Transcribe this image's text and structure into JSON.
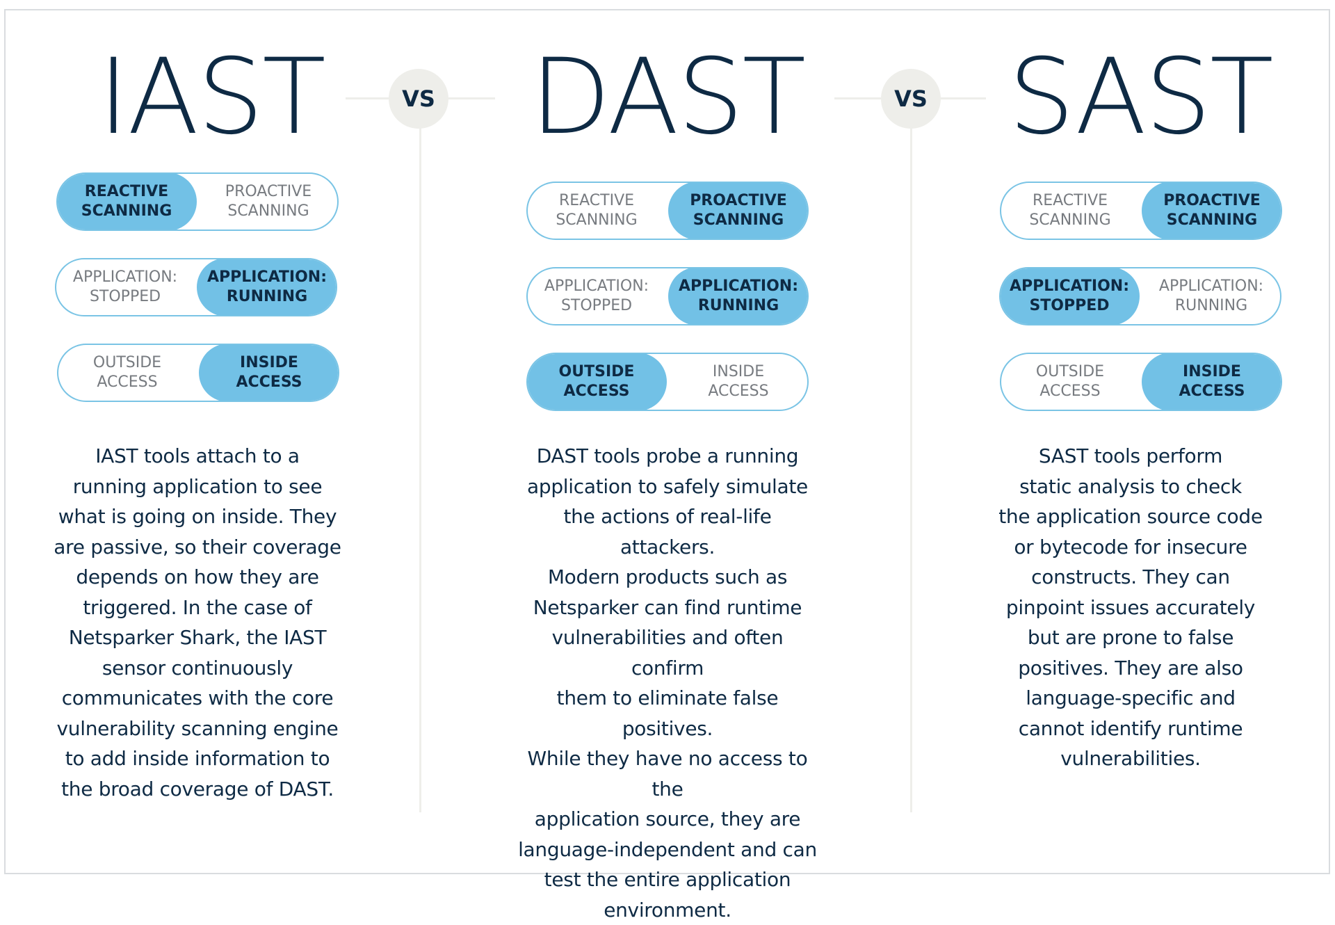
{
  "columns": [
    {
      "title": "IAST",
      "toggles": [
        {
          "left": "REACTIVE\nSCANNING",
          "right": "PROACTIVE\nSCANNING",
          "active": "left"
        },
        {
          "left": "APPLICATION:\nSTOPPED",
          "right": "APPLICATION:\nRUNNING",
          "active": "right"
        },
        {
          "left": "OUTSIDE\nACCESS",
          "right": "INSIDE\nACCESS",
          "active": "right"
        }
      ],
      "description": "IAST tools attach to a\nrunning application to see\nwhat is going on inside. They\nare passive, so their coverage\ndepends on how they are\ntriggered. In the case of\nNetsparker Shark, the IAST\nsensor continuously\ncommunicates with the core\nvulnerability scanning engine\nto add inside information to\nthe broad coverage of DAST."
    },
    {
      "title": "DAST",
      "toggles": [
        {
          "left": "REACTIVE\nSCANNING",
          "right": "PROACTIVE\nSCANNING",
          "active": "right"
        },
        {
          "left": "APPLICATION:\nSTOPPED",
          "right": "APPLICATION:\nRUNNING",
          "active": "right"
        },
        {
          "left": "OUTSIDE\nACCESS",
          "right": "INSIDE\nACCESS",
          "active": "left"
        }
      ],
      "description": "DAST tools probe a running\napplication to safely simulate\nthe actions of real-life attackers.\nModern products such as\nNetsparker can find runtime\nvulnerabilities and often confirm\nthem to eliminate false positives.\nWhile they have no access to the\napplication source, they are\nlanguage-independent and can\ntest the entire application\nenvironment."
    },
    {
      "title": "SAST",
      "toggles": [
        {
          "left": "REACTIVE\nSCANNING",
          "right": "PROACTIVE\nSCANNING",
          "active": "right"
        },
        {
          "left": "APPLICATION:\nSTOPPED",
          "right": "APPLICATION:\nRUNNING",
          "active": "left"
        },
        {
          "left": "OUTSIDE\nACCESS",
          "right": "INSIDE\nACCESS",
          "active": "right"
        }
      ],
      "description": "SAST tools perform\nstatic analysis to check\nthe application source code\nor bytecode for insecure\nconstructs. They can\npinpoint issues accurately\nbut are prone to false\npositives. They are also\nlanguage-specific and\ncannot identify runtime\nvulnerabilities."
    }
  ],
  "vs_labels": [
    "VS",
    "VS"
  ],
  "colors": {
    "active": "#72c1e6",
    "border": "#7ac4e5",
    "text": "#0e2a44",
    "divider": "#eeeeea"
  }
}
